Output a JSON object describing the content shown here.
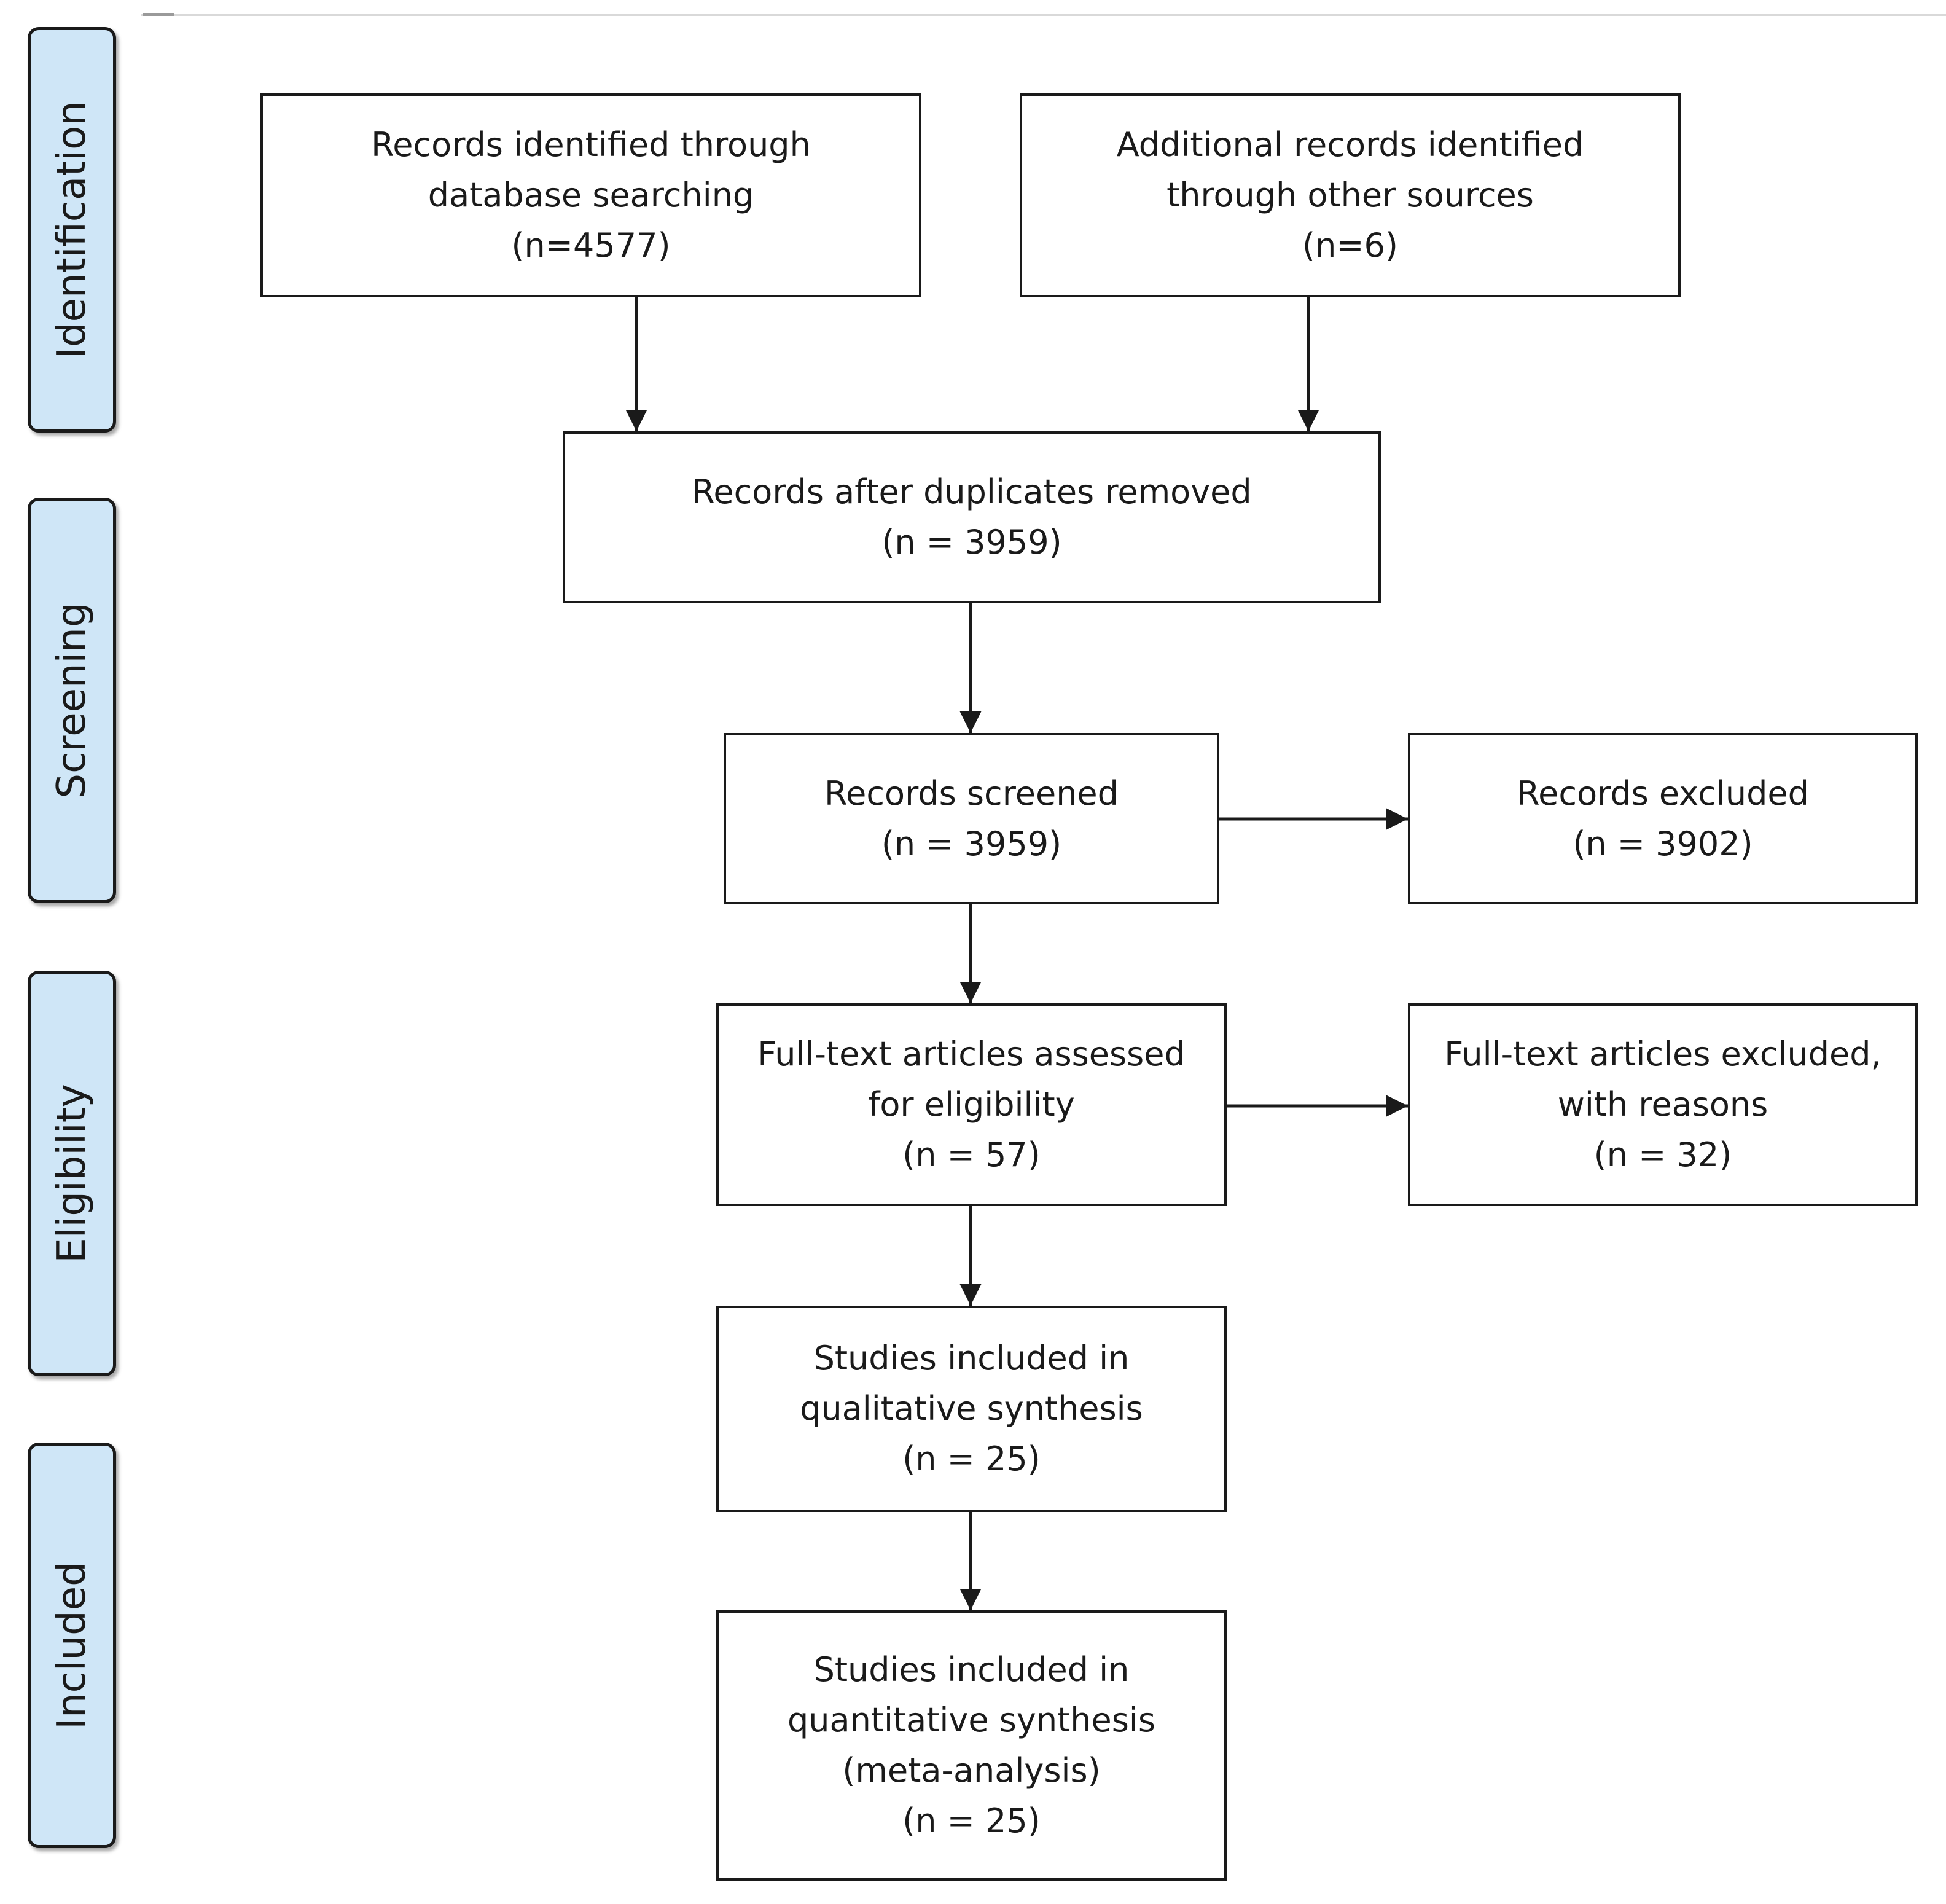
{
  "stages": {
    "identification": "Identification",
    "screening": "Screening",
    "eligibility": "Eligibility",
    "included": "Included"
  },
  "boxes": {
    "database": [
      "Records identified through",
      "database searching",
      "(n=4577)"
    ],
    "other_sources": [
      "Additional records identified",
      "through other sources",
      "(n=6)"
    ],
    "deduplicated": [
      "Records after duplicates removed",
      "(n = 3959)"
    ],
    "screened": [
      "Records screened",
      "(n = 3959)"
    ],
    "excluded": [
      "Records excluded",
      "(n = 3902)"
    ],
    "fulltext": [
      "Full-text articles assessed",
      "for eligibility",
      "(n = 57)"
    ],
    "fulltext_excluded": [
      "Full-text articles excluded,",
      "with reasons",
      "(n = 32)"
    ],
    "qualitative": [
      "Studies included in",
      "qualitative synthesis",
      "(n = 25)"
    ],
    "quantitative": [
      "Studies included in",
      "quantitative synthesis",
      "(meta-analysis)",
      "(n = 25)"
    ]
  }
}
